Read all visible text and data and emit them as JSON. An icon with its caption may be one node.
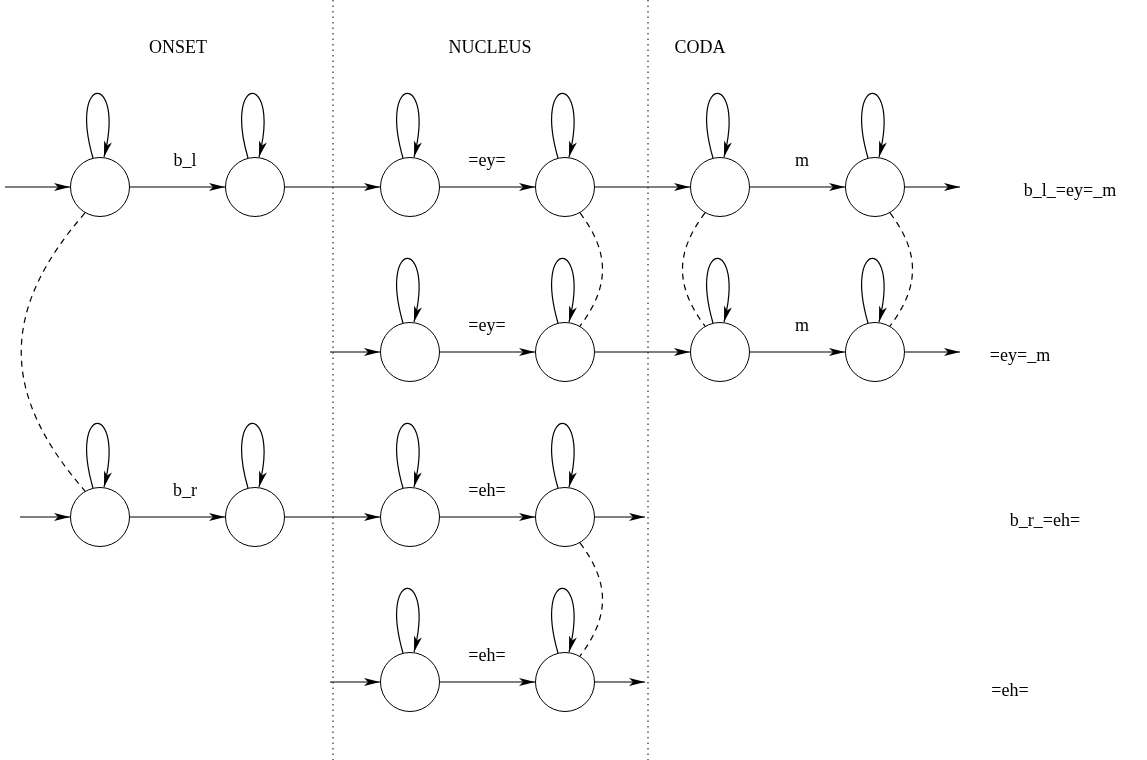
{
  "diagram": {
    "nodes": [
      {
        "text": [],
        "shape": "circle"
      },
      {
        "text": [],
        "shape": "circle"
      },
      {
        "text": [],
        "shape": "circle"
      },
      {
        "text": [],
        "shape": "circle"
      },
      {
        "text": [],
        "shape": "circle"
      },
      {
        "text": [],
        "shape": "circle"
      },
      {
        "text": [],
        "shape": "circle"
      },
      {
        "text": [],
        "shape": "circle"
      },
      {
        "text": [],
        "shape": "circle"
      },
      {
        "text": [],
        "shape": "circle"
      },
      {
        "text": [],
        "shape": "circle"
      },
      {
        "text": [],
        "shape": "circle"
      },
      {
        "text": [],
        "shape": "circle"
      },
      {
        "text": [],
        "shape": "circle"
      },
      {
        "text": [],
        "shape": "circle"
      },
      {
        "text": [],
        "shape": "circle"
      }
    ],
    "edges": [
      {
        "from": null,
        "to": 0,
        "arrow": "to"
      },
      {
        "from": 0,
        "to": 1,
        "arrow": "to"
      },
      {
        "from": 1,
        "to": 2,
        "arrow": "to"
      },
      {
        "from": 2,
        "to": 3,
        "arrow": "to"
      },
      {
        "from": 3,
        "to": 4,
        "arrow": "to"
      },
      {
        "from": 4,
        "to": 5,
        "arrow": "to"
      },
      {
        "from": 5,
        "to": null,
        "arrow": "to"
      },
      {
        "from": null,
        "to": 6,
        "arrow": "to"
      },
      {
        "from": 6,
        "to": 7,
        "arrow": "to"
      },
      {
        "from": 7,
        "to": 8,
        "arrow": "to"
      },
      {
        "from": 8,
        "to": 9,
        "arrow": "to"
      },
      {
        "from": 9,
        "to": null,
        "arrow": "to"
      },
      {
        "from": null,
        "to": 10,
        "arrow": "to"
      },
      {
        "from": 10,
        "to": 11,
        "arrow": "to"
      },
      {
        "from": 11,
        "to": 12,
        "arrow": "to"
      },
      {
        "from": 12,
        "to": 13,
        "arrow": "to"
      },
      {
        "from": 13,
        "to": null,
        "arrow": "to"
      },
      {
        "from": null,
        "to": 14,
        "arrow": "to"
      },
      {
        "from": 14,
        "to": 15,
        "arrow": "to"
      },
      {
        "from": 15,
        "to": null,
        "arrow": "to"
      },
      {
        "from": 0,
        "to": 0,
        "arrow": "to"
      },
      {
        "from": 1,
        "to": 1,
        "arrow": "to"
      },
      {
        "from": 2,
        "to": 2,
        "arrow": "to"
      },
      {
        "from": 3,
        "to": 3,
        "arrow": "to"
      },
      {
        "from": 4,
        "to": 4,
        "arrow": "to"
      },
      {
        "from": 5,
        "to": 5,
        "arrow": "to"
      },
      {
        "from": 6,
        "to": 6,
        "arrow": "to"
      },
      {
        "from": 7,
        "to": 7,
        "arrow": "to"
      },
      {
        "from": 8,
        "to": 8,
        "arrow": "to"
      },
      {
        "from": 9,
        "to": 9,
        "arrow": "to"
      },
      {
        "from": 10,
        "to": 10,
        "arrow": "to"
      },
      {
        "from": 11,
        "to": 11,
        "arrow": "to"
      },
      {
        "from": 12,
        "to": 12,
        "arrow": "to"
      },
      {
        "from": 13,
        "to": 13,
        "arrow": "to"
      },
      {
        "from": 14,
        "to": 14,
        "arrow": "to"
      },
      {
        "from": 15,
        "to": 15,
        "arrow": "to"
      },
      {
        "from": 0,
        "to": 10,
        "arrow": "none",
        "style": "dashed"
      },
      {
        "from": 3,
        "to": 7,
        "arrow": "none",
        "style": "dashed"
      },
      {
        "from": 4,
        "to": 8,
        "arrow": "none",
        "style": "dashed"
      },
      {
        "from": 5,
        "to": 9,
        "arrow": "none",
        "style": "dashed"
      },
      {
        "from": 13,
        "to": 15,
        "arrow": "none",
        "style": "dashed"
      }
    ],
    "labels": [
      "ONSET",
      "NUCLEUS",
      "CODA",
      "b_l",
      "=ey=",
      "m",
      "b_l_=ey=_m",
      "=ey=",
      "m",
      "=ey=_m",
      "b_r",
      "=eh=",
      "b_r_=eh=",
      "=eh=",
      "=eh="
    ]
  }
}
